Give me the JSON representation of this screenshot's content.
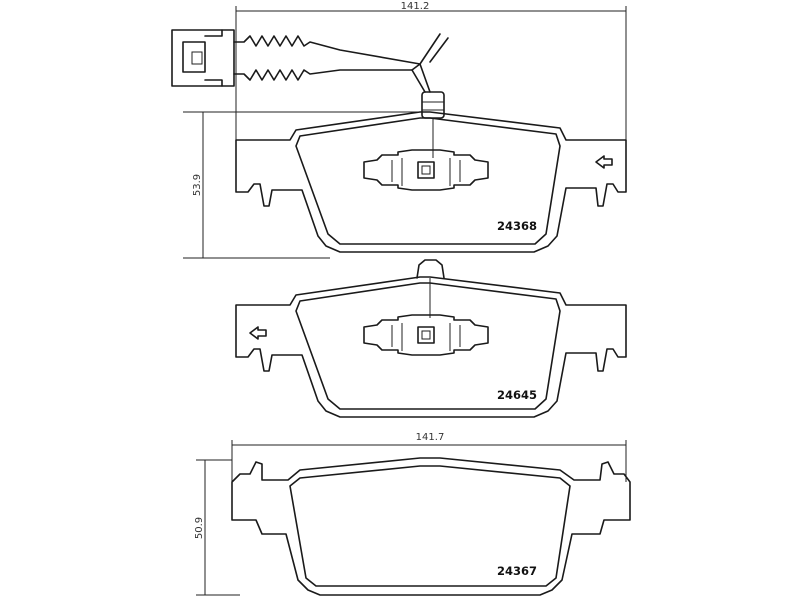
{
  "dimensions": {
    "top_width": "141.2",
    "top_height": "53.9",
    "bottom_width": "141.7",
    "bottom_height": "50.9"
  },
  "parts": [
    {
      "number": "24368"
    },
    {
      "number": "24645"
    },
    {
      "number": "24367"
    }
  ]
}
